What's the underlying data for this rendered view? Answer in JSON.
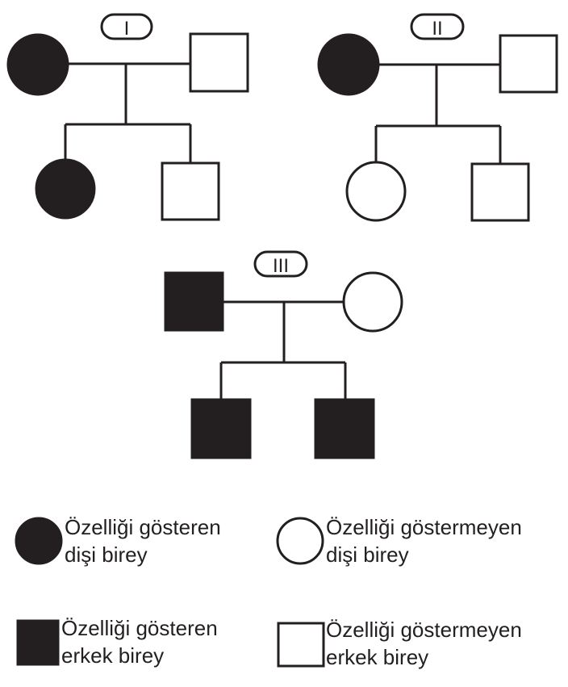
{
  "colors": {
    "affected": "#231f20",
    "unaffected": "#ffffff",
    "line": "#231f20"
  },
  "families": [
    {
      "label": "I",
      "mother": {
        "sex": "female",
        "affected": true
      },
      "father": {
        "sex": "male",
        "affected": false
      },
      "children": [
        {
          "sex": "female",
          "affected": true
        },
        {
          "sex": "male",
          "affected": false
        }
      ]
    },
    {
      "label": "II",
      "mother": {
        "sex": "female",
        "affected": true
      },
      "father": {
        "sex": "male",
        "affected": false
      },
      "children": [
        {
          "sex": "female",
          "affected": false
        },
        {
          "sex": "male",
          "affected": false
        }
      ]
    },
    {
      "label": "III",
      "father": {
        "sex": "male",
        "affected": true
      },
      "mother": {
        "sex": "female",
        "affected": false
      },
      "children": [
        {
          "sex": "male",
          "affected": true
        },
        {
          "sex": "male",
          "affected": true
        }
      ]
    }
  ],
  "legend": {
    "affected_female": {
      "line1": "Özelliği gösteren",
      "line2": "dişi birey"
    },
    "unaffected_female": {
      "line1": "Özelliği göstermeyen",
      "line2": "dişi birey"
    },
    "affected_male": {
      "line1": "Özelliği gösteren",
      "line2": "erkek birey"
    },
    "unaffected_male": {
      "line1": "Özelliği göstermeyen",
      "line2": "erkek birey"
    }
  }
}
